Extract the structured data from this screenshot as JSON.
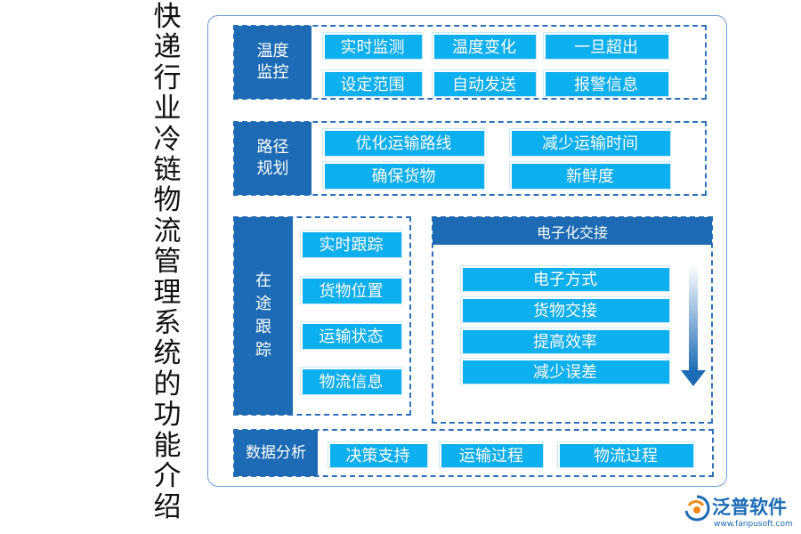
{
  "title": "快递行业冷链物流管理系统的功能介绍",
  "temp": {
    "label": "温度\n监控",
    "items": [
      "实时监测",
      "温度变化",
      "一旦超出",
      "设定范围",
      "自动发送",
      "报警信息"
    ]
  },
  "route": {
    "label": "路径\n规划",
    "items": [
      "优化运输路线",
      "减少运输时间",
      "确保货物",
      "新鲜度"
    ]
  },
  "track": {
    "label": "在\n途\n跟\n踪",
    "items": [
      "实时跟踪",
      "货物位置",
      "运输状态",
      "物流信息"
    ]
  },
  "handover": {
    "header": "电子化交接",
    "items": [
      "电子方式",
      "货物交接",
      "提高效率",
      "减少误差"
    ]
  },
  "analysis": {
    "label": "数据分析",
    "items": [
      "决策支持",
      "运输过程",
      "物流过程"
    ]
  },
  "logo": {
    "brand": "泛普软件",
    "url": "www.fanpusoft.com"
  },
  "colors": {
    "primary": "#1c6bb4",
    "button": "#0cb0ee",
    "frame": "#6f9bd0"
  }
}
